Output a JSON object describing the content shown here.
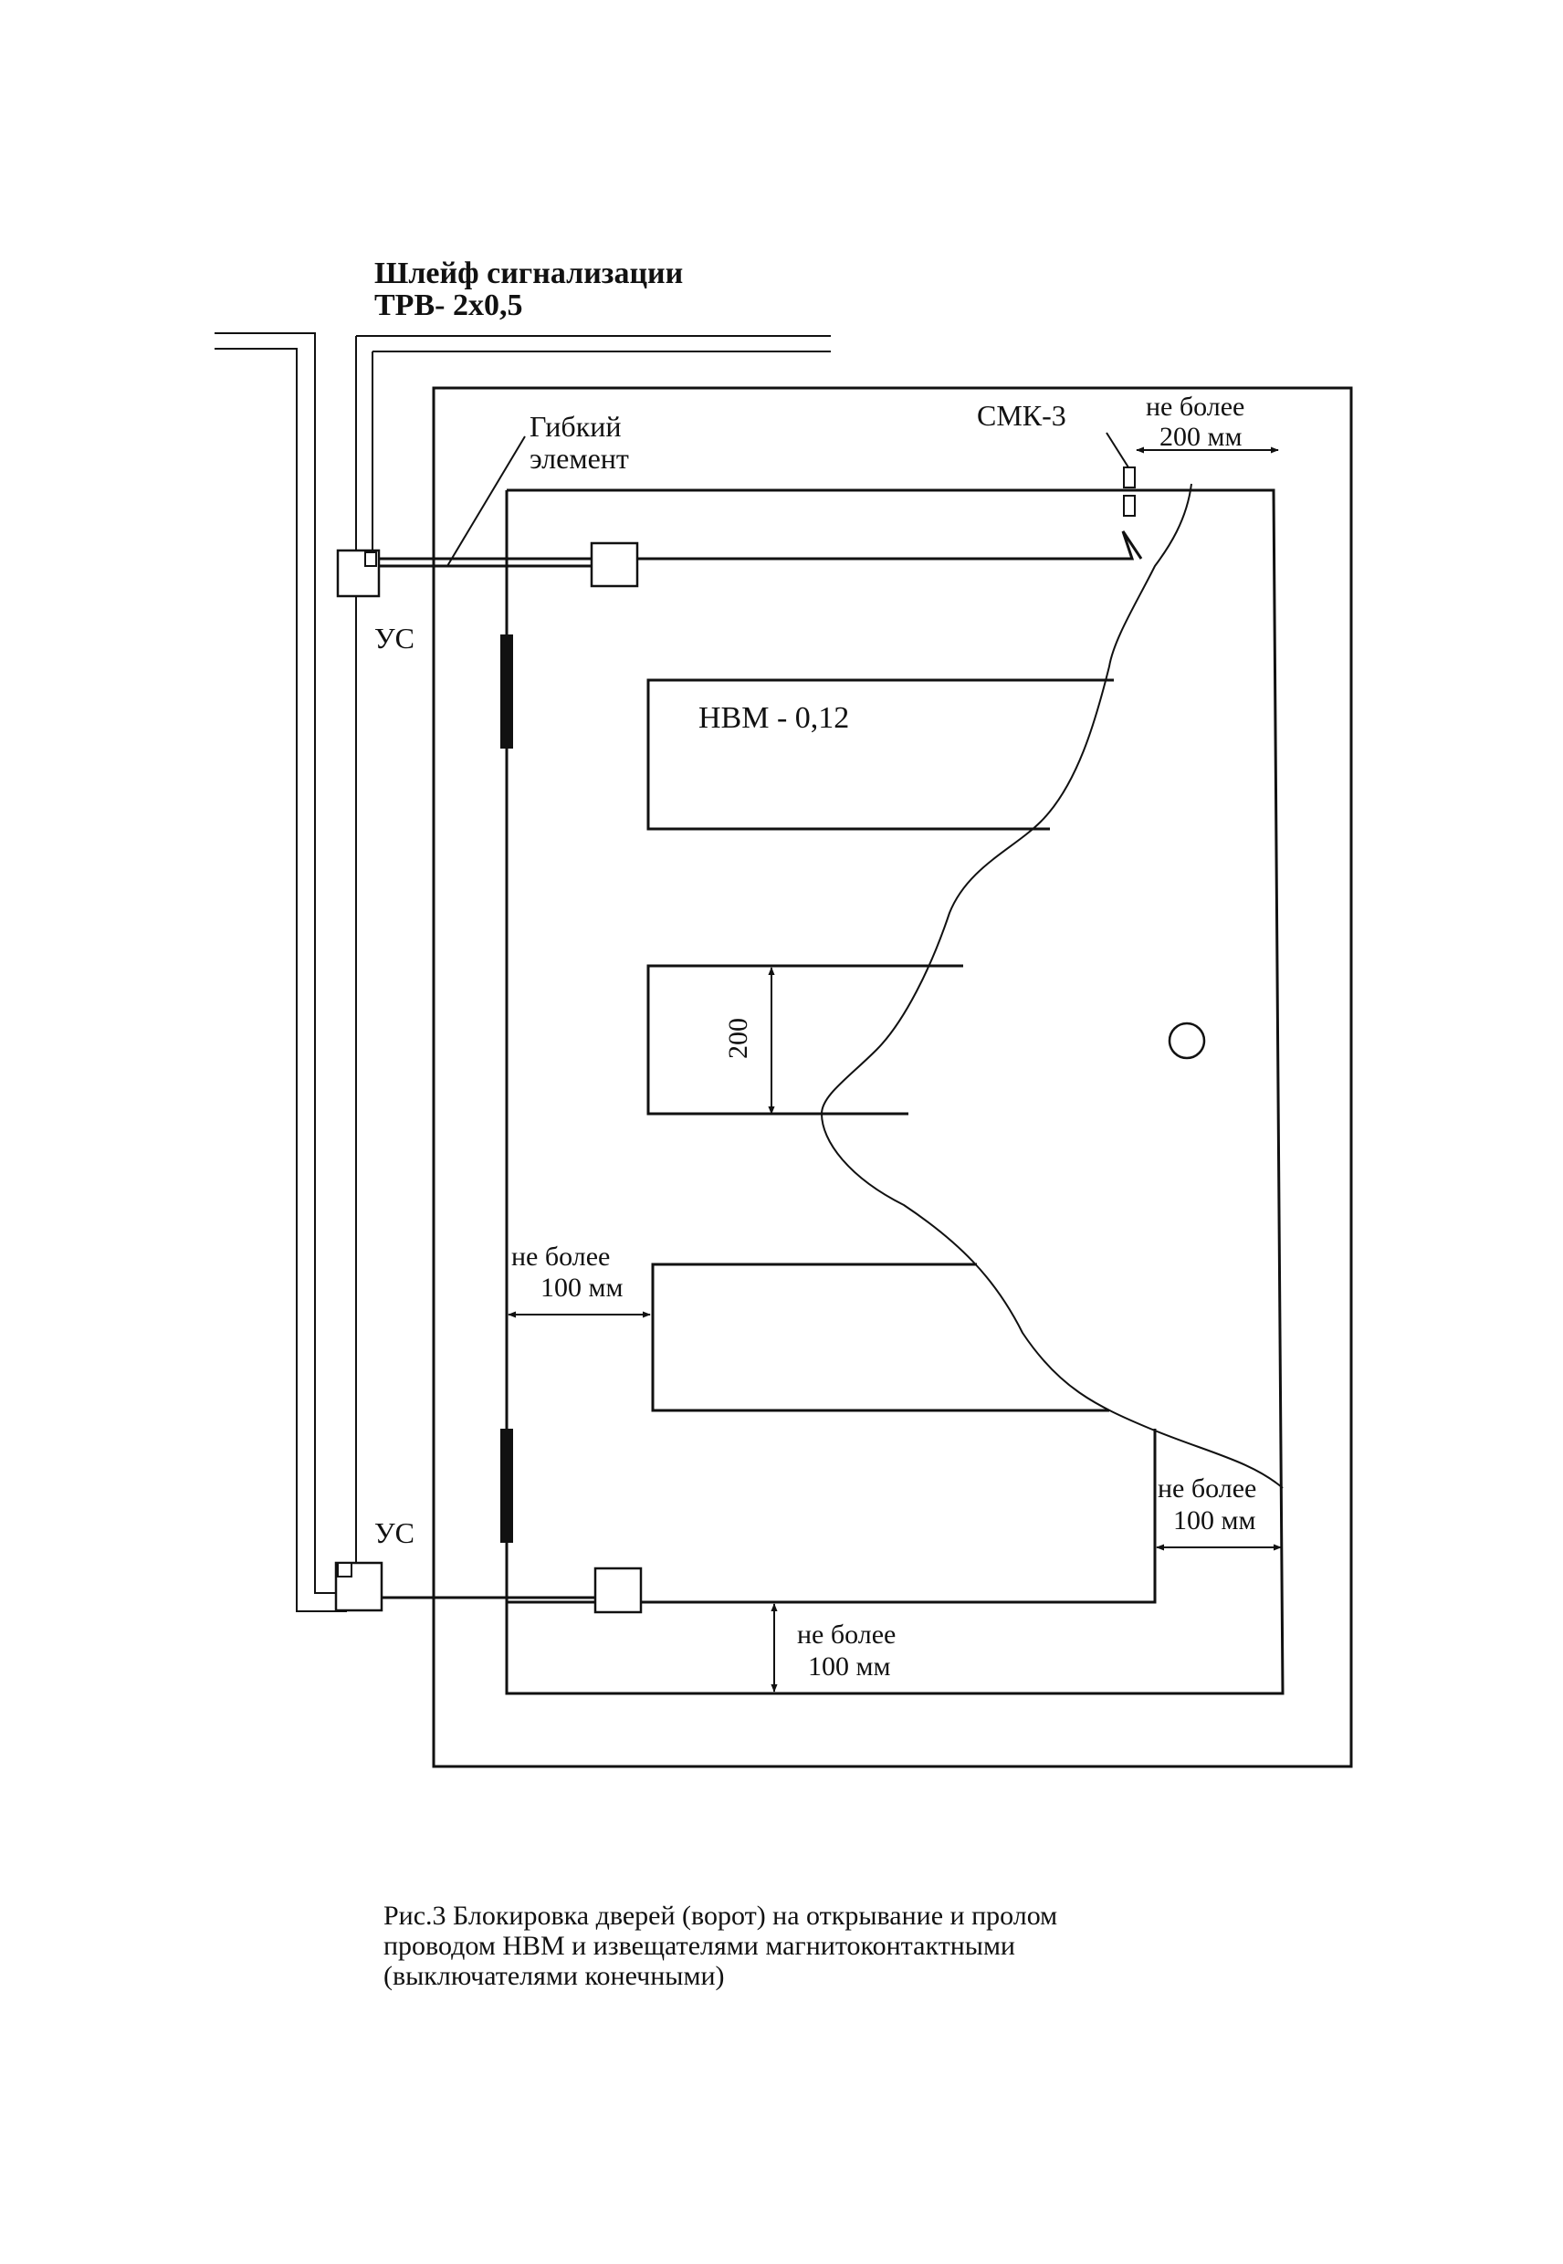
{
  "diagram": {
    "header": {
      "line1": "Шлейф сигнализации",
      "line2": "ТРВ- 2х0,5"
    },
    "labels": {
      "flex_element_1": "Гибкий",
      "flex_element_2": "элемент",
      "smk": "СМК-3",
      "us_top": "УС",
      "us_bottom": "УС",
      "nvm": "НВМ - 0,12",
      "dim_200": "200",
      "top_limit_1": "не более",
      "top_limit_2": "200 мм",
      "left_limit_1": "не более",
      "left_limit_2": "100 мм",
      "right_limit_1": "не более",
      "right_limit_2": "100 мм",
      "bottom_limit_1": "не более",
      "bottom_limit_2": "100 мм"
    },
    "caption": {
      "line1": "Рис.3 Блокировка дверей (ворот) на открывание и пролом",
      "line2": "проводом НВМ и извещателями магнитоконтактными",
      "line3": "(выключателями конечными)"
    }
  }
}
